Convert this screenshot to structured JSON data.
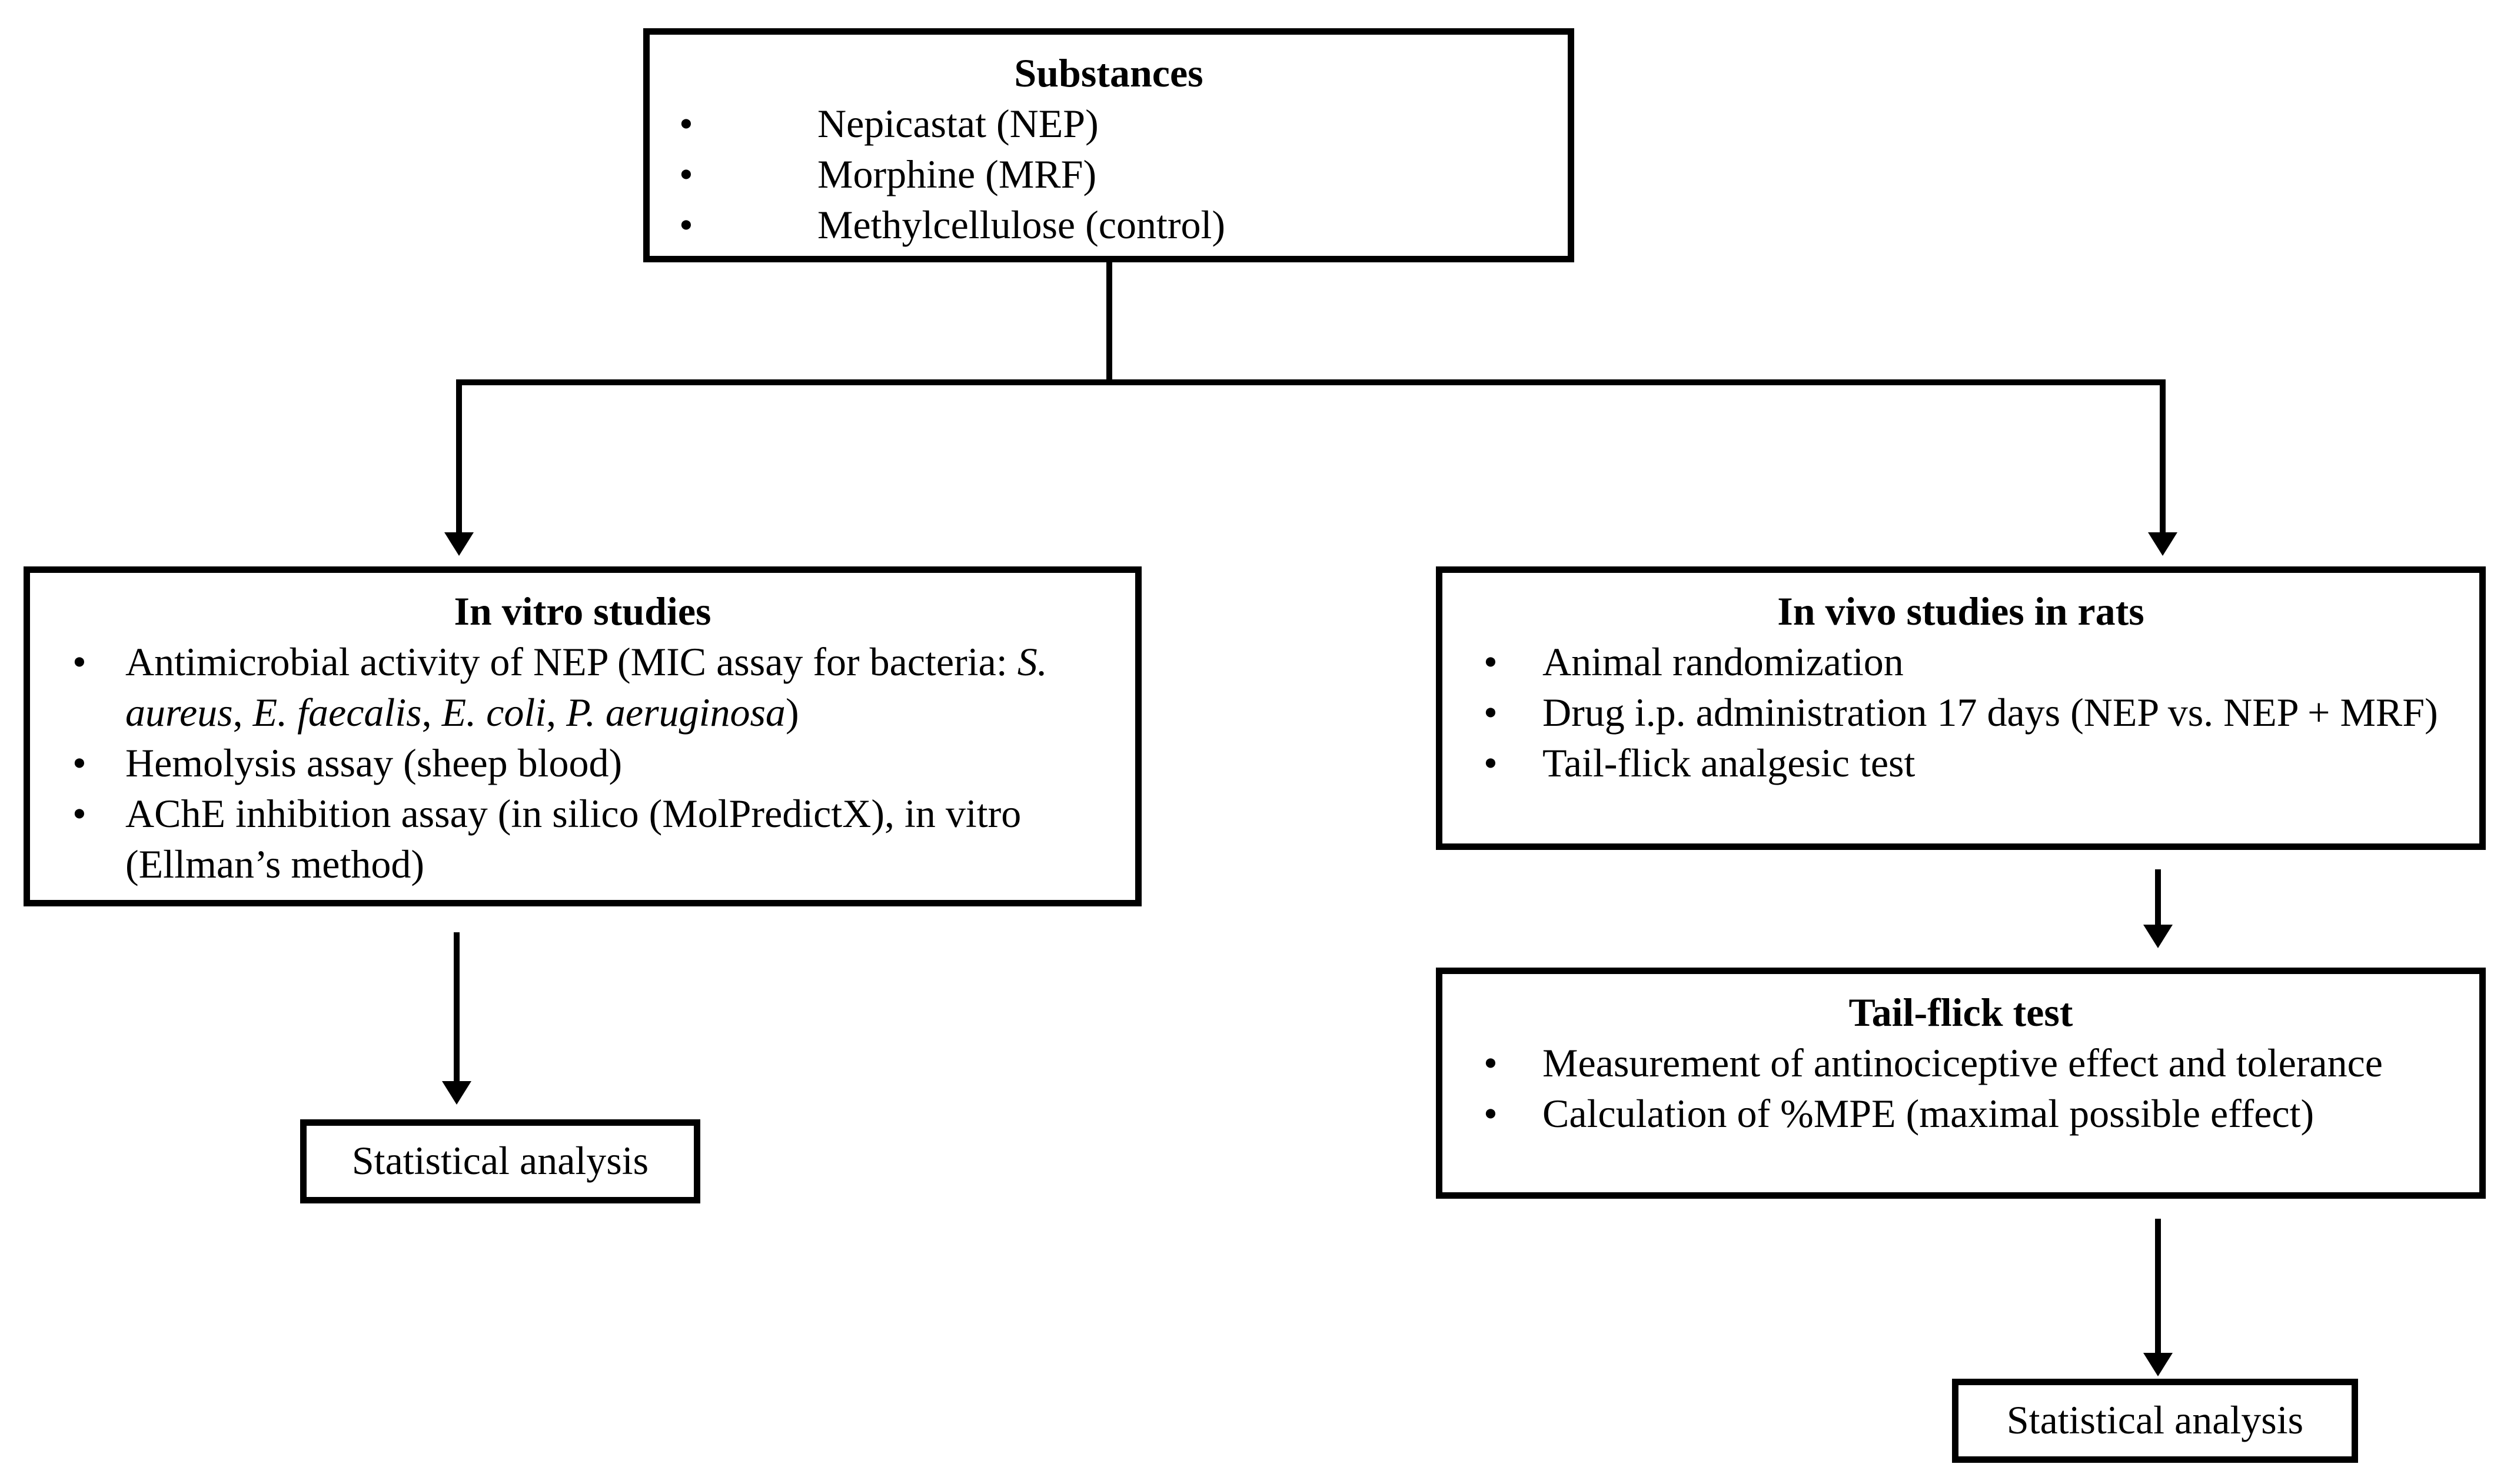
{
  "substances": {
    "title": "Substances",
    "items": [
      "Nepicastat (NEP)",
      "Morphine (MRF)",
      "Methylcellulose (control)"
    ]
  },
  "in_vitro": {
    "title": "In vitro studies",
    "items": [
      "Antimicrobial activity of NEP (MIC assay for bacteria: S. aureus, E. faecalis, E. coli, P. aeruginosa)",
      "Hemolysis assay (sheep blood)",
      "AChE inhibition assay (in silico (MolPredictX), in vitro (Ellman’s method)"
    ]
  },
  "in_vivo": {
    "title": "In vivo studies in rats",
    "items": [
      "Animal randomization",
      "Drug i.p. administration 17 days (NEP vs. NEP + MRF)",
      "Tail-flick analgesic test"
    ]
  },
  "tail_flick": {
    "title": "Tail-flick test",
    "items": [
      "Measurement of antinociceptive effect and tolerance",
      "Calculation of %MPE (maximal possible effect)"
    ]
  },
  "stat_left": {
    "label": "Statistical analysis"
  },
  "stat_right": {
    "label": "Statistical analysis"
  },
  "bullet_glyph": "•",
  "colors": {
    "line": "#000000",
    "background": "#ffffff"
  }
}
